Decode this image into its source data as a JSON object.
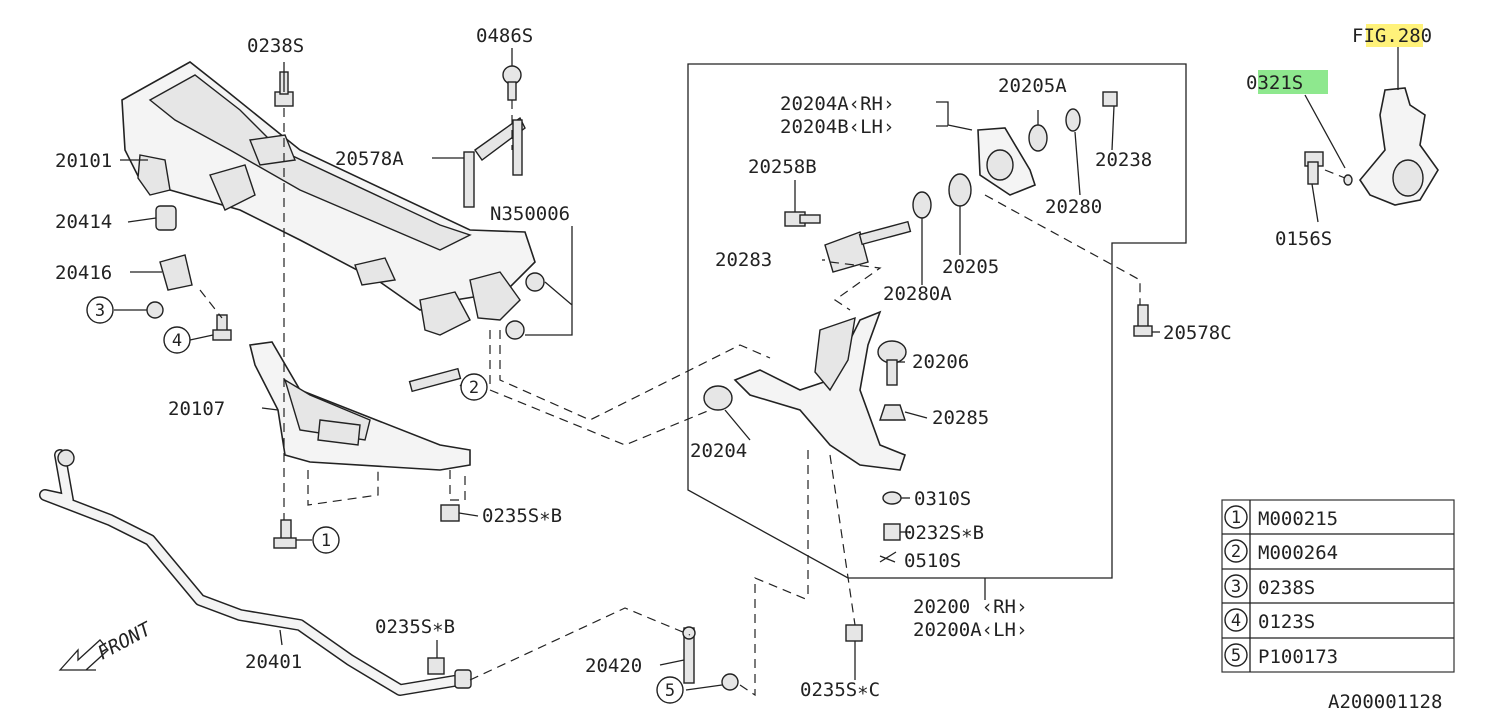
{
  "labels": {
    "l0238s_top": "0238S",
    "l0486s": "0486S",
    "l20101": "20101",
    "l20414": "20414",
    "l20416": "20416",
    "l20578a": "20578A",
    "ln350006": "N350006",
    "l20107": "20107",
    "l0235sb_mid": "0235S∗B",
    "l20401": "20401",
    "l0235sb_bot": "0235S∗B",
    "l20420": "20420",
    "l0235sc": "0235S∗C",
    "l20204a": "20204A‹RH›",
    "l20204b": "20204B‹LH›",
    "l20205a": "20205A",
    "l20238": "20238",
    "l20280": "20280",
    "l20258b": "20258B",
    "l20283": "20283",
    "l20205": "20205",
    "l20280a": "20280A",
    "l20206": "20206",
    "l20285": "20285",
    "l20204": "20204",
    "l0310s": "0310S",
    "l0232sb": "0232S∗B",
    "l0510s": "0510S",
    "l20200": "20200 ‹RH›",
    "l20200a": "20200A‹LH›",
    "l20578c": "20578C",
    "lfig_pre": "F",
    "lfig_hl": "IG.28",
    "lfig_post": "0",
    "l0321s_pre": "0",
    "l0321s_hl": "321S",
    "l0156s": "0156S",
    "lfront": "FRONT",
    "ldiagram_id": "A200001128"
  },
  "callouts": [
    "1",
    "2",
    "3",
    "4",
    "5"
  ],
  "legend": [
    {
      "num": "1",
      "code": "M000215"
    },
    {
      "num": "2",
      "code": "M000264"
    },
    {
      "num": "3",
      "code": "0238S"
    },
    {
      "num": "4",
      "code": "0123S"
    },
    {
      "num": "5",
      "code": "P100173"
    }
  ],
  "colors": {
    "highlight_yellow": "#fff27a",
    "highlight_green": "#8ee88e",
    "line": "#222222"
  }
}
